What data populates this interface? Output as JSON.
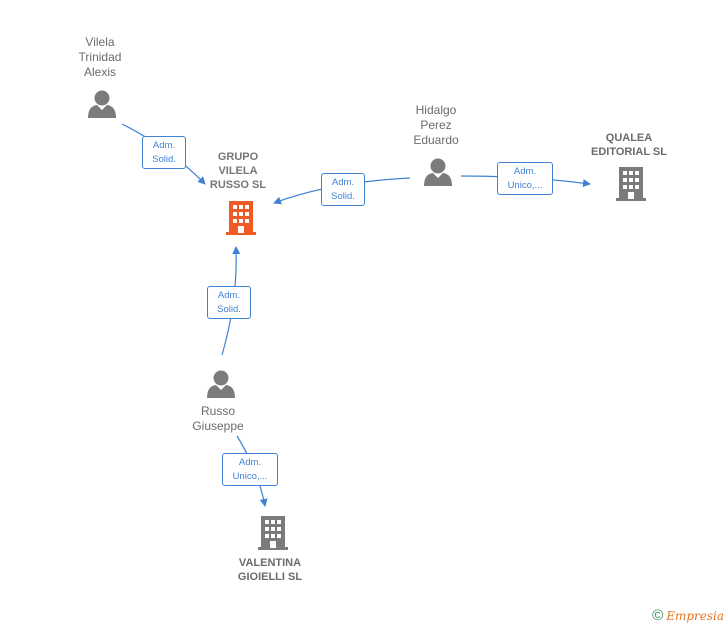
{
  "nodes": {
    "vilela": {
      "label": "Vilela\nTrinidad\nAlexis",
      "icon": "person-icon"
    },
    "hidalgo": {
      "label": "Hidalgo\nPerez\nEduardo",
      "icon": "person-icon"
    },
    "russo": {
      "label": "Russo\nGiuseppe",
      "icon": "person-icon"
    },
    "grupo": {
      "label": "GRUPO\nVILELA\nRUSSO  SL",
      "icon": "building-icon",
      "color": "#f05a24"
    },
    "qualea": {
      "label": "QUALEA\nEDITORIAL SL",
      "icon": "building-icon",
      "color": "#7b7b7b"
    },
    "valentina": {
      "label": "VALENTINA\nGIOIELLI SL",
      "icon": "building-icon",
      "color": "#7b7b7b"
    }
  },
  "edges": {
    "vilela_grupo": "Adm.\nSolid.",
    "hidalgo_grupo": "Adm.\nSolid.",
    "hidalgo_qualea": "Adm.\nUnico,...",
    "russo_grupo": "Adm.\nSolid.",
    "russo_valentina": "Adm.\nUnico,..."
  },
  "colors": {
    "edge": "#3f82d4",
    "person": "#7b7b7b",
    "focus_company": "#f05a24",
    "company": "#7b7b7b"
  },
  "footer": {
    "copyright": "©",
    "brand": "Empresia"
  }
}
